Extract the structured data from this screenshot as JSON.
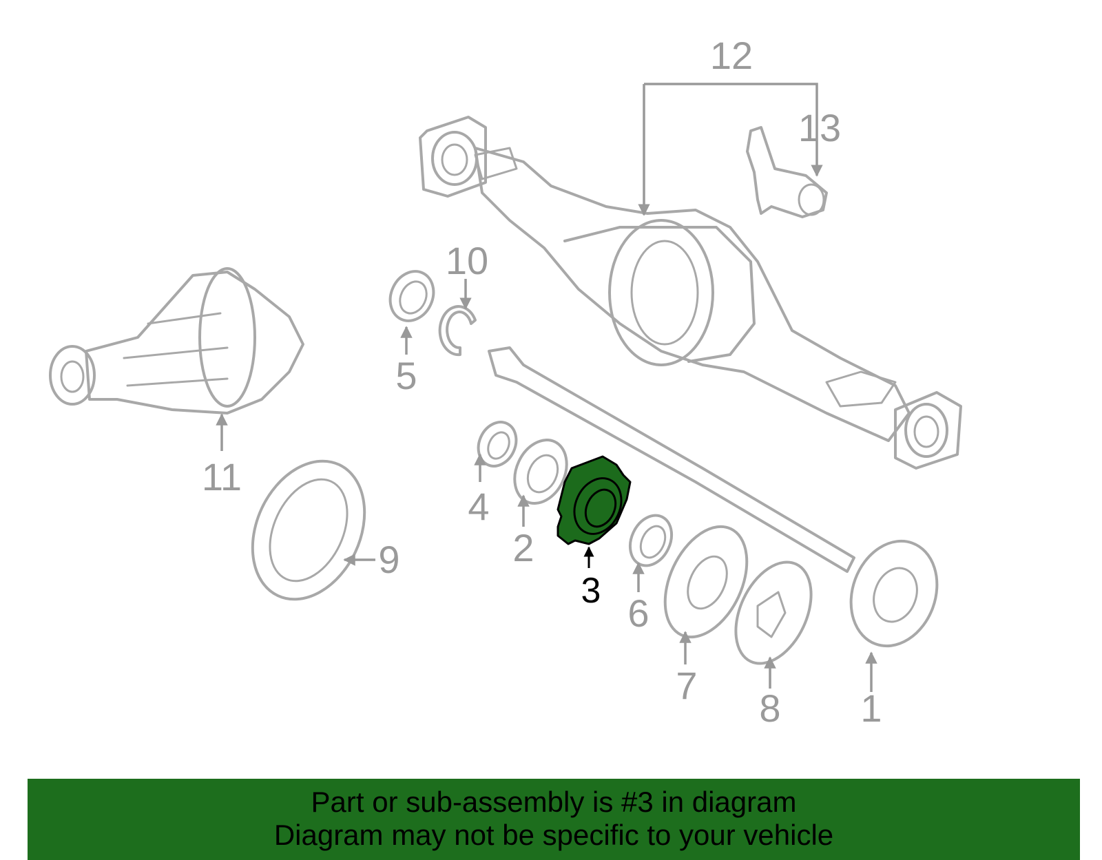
{
  "callouts": {
    "c1": "1",
    "c2": "2",
    "c3": "3",
    "c4": "4",
    "c5": "5",
    "c6": "6",
    "c7": "7",
    "c8": "8",
    "c9": "9",
    "c10": "10",
    "c11": "11",
    "c12": "12",
    "c13": "13"
  },
  "highlight": {
    "part_number": "3",
    "color": "#1c6b1c"
  },
  "banner": {
    "line1": "Part or sub-assembly is #3 in diagram",
    "line2": "Diagram may not be specific to your vehicle",
    "background": "#1d6e1d"
  }
}
